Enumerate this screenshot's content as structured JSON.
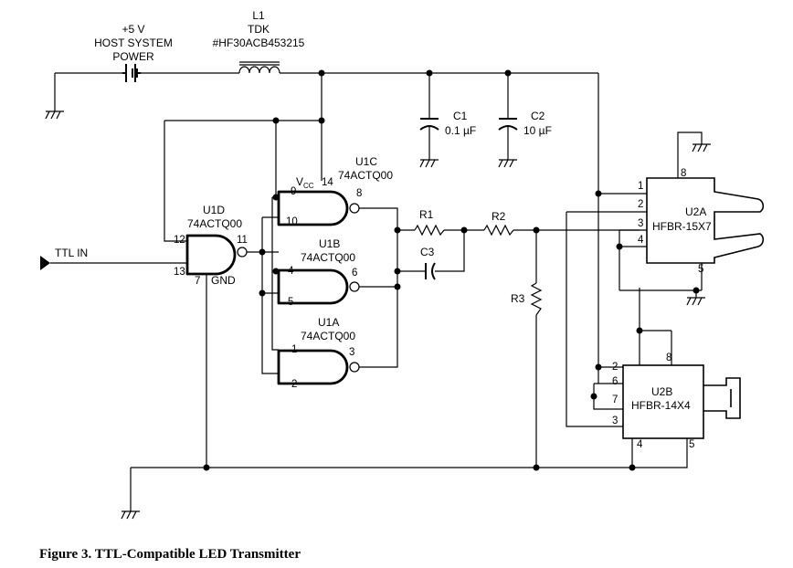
{
  "power": {
    "line1": "+5 V",
    "line2": "HOST SYSTEM",
    "line3": "POWER"
  },
  "l1": {
    "ref": "L1",
    "maker": "TDK",
    "part": "#HF30ACB453215"
  },
  "c1": {
    "ref": "C1",
    "value": "0.1 µF"
  },
  "c2": {
    "ref": "C2",
    "value": "10 µF"
  },
  "r1": {
    "ref": "R1"
  },
  "r2": {
    "ref": "R2"
  },
  "r3": {
    "ref": "R3"
  },
  "c3": {
    "ref": "C3"
  },
  "input": {
    "label": "TTL IN"
  },
  "u1d": {
    "ref": "U1D",
    "part": "74ACTQ00",
    "pins": {
      "in1": "12",
      "in2": "13",
      "out": "11",
      "gnd": "7"
    },
    "gnd_label": "GND"
  },
  "u1c": {
    "ref": "U1C",
    "part": "74ACTQ00",
    "pins": {
      "in1": "9",
      "in2": "10",
      "out": "8",
      "vcc": "14"
    },
    "vcc_label": "V",
    "vcc_sub": "CC"
  },
  "u1b": {
    "ref": "U1B",
    "part": "74ACTQ00",
    "pins": {
      "in1": "4",
      "in2": "5",
      "out": "6"
    }
  },
  "u1a": {
    "ref": "U1A",
    "part": "74ACTQ00",
    "pins": {
      "in1": "1",
      "in2": "2",
      "out": "3"
    }
  },
  "u2a": {
    "ref": "U2A",
    "part": "HFBR-15X7",
    "pins": [
      "1",
      "2",
      "3",
      "4",
      "5",
      "8"
    ]
  },
  "u2b": {
    "ref": "U2B",
    "part": "HFBR-14X4",
    "pins": [
      "2",
      "6",
      "7",
      "3",
      "4",
      "5",
      "8"
    ]
  },
  "caption": "Figure 3. TTL-Compatible LED Transmitter"
}
